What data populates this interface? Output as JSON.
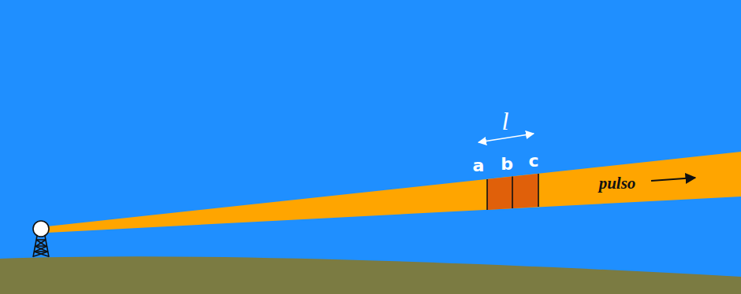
{
  "diagram": {
    "labels": [
      "l",
      "a",
      "b",
      "c",
      "pulso"
    ]
  }
}
